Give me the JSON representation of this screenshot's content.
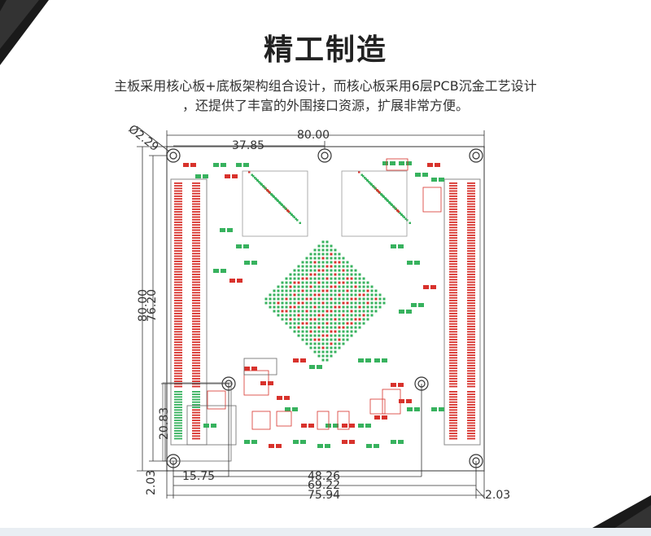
{
  "title": "精工制造",
  "description": {
    "line1": "主板采用核心板+底板架构组合设计，而核心板采用6层PCB沉金工艺设计",
    "line2": "，还提供了丰富的外围接口资源，扩展非常方便。"
  },
  "dimensions": {
    "hole_diameter": "Ø2.29",
    "board_width": "80.00",
    "top_hole_offset": "37.85",
    "board_height": "80.00",
    "hole_vertical_span": "76.20",
    "lower_hole_height": "20.83",
    "bottom_margin": "2.03",
    "bottom_hole_offset": "15.75",
    "span_a": "48.26",
    "span_b": "69.22",
    "span_c": "75.94",
    "right_margin": "2.03"
  },
  "colors": {
    "pad_red": "#d8322c",
    "pad_green": "#37b25e",
    "outline": "#555555",
    "dim_line": "#333333"
  }
}
